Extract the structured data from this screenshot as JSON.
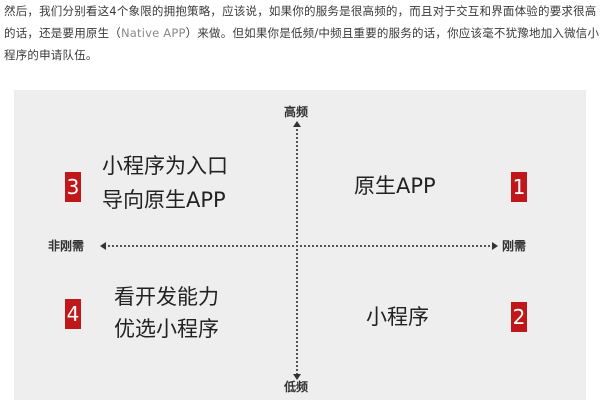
{
  "paragraph": {
    "line1": "然后，我们分别看这4个象限的拥抱策略，应该说，如果你的服务是很高频的，而且对于交互和界面体验的要求很高",
    "line2_a": "的话，还是要用原生（",
    "line2_latin": "Native APP",
    "line2_b": "）来做。但如果你是低频/中频且重要的服务的话，你应该毫不犹豫地加入微信小",
    "line3": "程序的申请队伍。"
  },
  "diagram": {
    "axis_top": "高频",
    "axis_bottom": "低频",
    "axis_left": "非刚需",
    "axis_right": "刚需",
    "quadrants": [
      {
        "number": "1",
        "lines": [
          "原生APP"
        ]
      },
      {
        "number": "2",
        "lines": [
          "小程序"
        ]
      },
      {
        "number": "3",
        "lines": [
          "小程序为入口",
          "导向原生APP"
        ]
      },
      {
        "number": "4",
        "lines": [
          "看开发能力",
          "优选小程序"
        ]
      }
    ],
    "badge_color": "#c0171a",
    "panel_color": "#eeeeee"
  }
}
